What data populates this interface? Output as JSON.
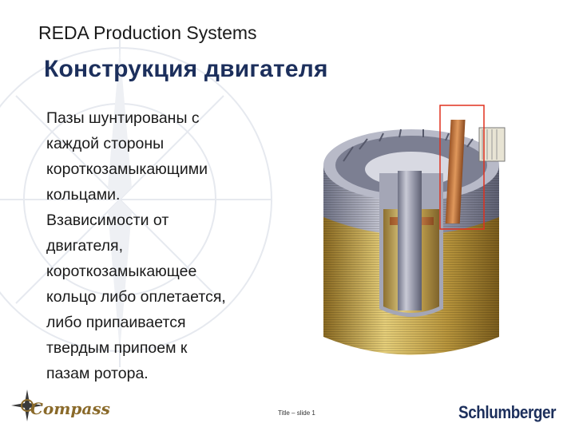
{
  "header": {
    "text": "REDA Production Systems"
  },
  "slide_title": "Конструкция двигателя",
  "body_lines": [
    "Пазы шунтированы с",
    "каждой стороны",
    "короткозамыкающими",
    "кольцами.",
    "Взависимости от",
    "двигателя,",
    "короткозамыкающее",
    "кольцо либо оплетается,",
    "либо припаивается",
    "твердым припоем к",
    "пазам ротора."
  ],
  "footer": {
    "logo_word": "Compass",
    "slide_label": "Title – slide 1",
    "brand": "Schlumberger"
  },
  "colors": {
    "title": "#1c2f5c",
    "highlight_box": "#e0301e",
    "copper": "#c8763a",
    "steel": "#9a9cab",
    "gold": "#c9a545"
  },
  "icons": [
    "compass-watermark-icon",
    "compass-logo-icon",
    "motor-cutaway-illustration"
  ]
}
